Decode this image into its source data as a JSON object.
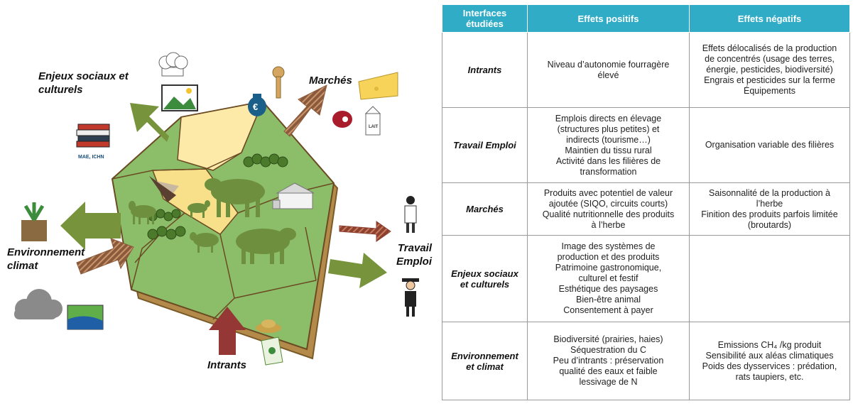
{
  "diagram": {
    "labels": {
      "enjeux": "Enjeux sociaux et culturels",
      "marches": "Marchés",
      "environnement": "Environnement climat",
      "travail": "Travail Emploi",
      "intrants": "Intrants"
    },
    "small_labels": {
      "mae": "MAE, ICHN",
      "lait": "LAIT"
    },
    "colors": {
      "arrow_green": "#77933c",
      "arrow_brown": "#8b5a3c",
      "arrow_red": "#953735",
      "land_green": "#8cbe6a",
      "land_yellow": "#fdeaa8",
      "land_edge": "#7a5a28"
    },
    "icons": [
      "chef-hat-icon",
      "landscape-icon",
      "books-icon",
      "money-bag-icon",
      "key-icon",
      "cheese-icon",
      "meat-icon",
      "milk-carton-icon",
      "worker-icon",
      "farmer-icon",
      "plant-soil-icon",
      "cloud-icon",
      "river-icon",
      "feed-pile-icon",
      "seed-bag-icon",
      "bird-icon",
      "cow-icon",
      "horse-icon",
      "goat-icon",
      "sheep-icon",
      "hedge-icon",
      "farm-building-icon"
    ]
  },
  "table": {
    "headers": [
      "Interfaces étudiées",
      "Effets positifs",
      "Effets négatifs"
    ],
    "rows": [
      {
        "interface": "Intrants",
        "positifs": "Niveau d’autonomie fourragère\nélevé",
        "negatifs": "Effets délocalisés de la production\nde concentrés (usage des terres,\nénergie, pesticides, biodiversité)\nEngrais et pesticides sur la ferme\nÉquipements"
      },
      {
        "interface": "Travail Emploi",
        "positifs": "Emplois directs en élevage\n(structures plus petites) et\nindirects (tourisme…)\nMaintien du tissu rural\nActivité dans les filières de\ntransformation",
        "negatifs": "Organisation variable des filières"
      },
      {
        "interface": "Marchés",
        "positifs": "Produits avec potentiel de valeur\najoutée (SIQO, circuits courts)\nQualité nutritionnelle des produits\nà l’herbe",
        "negatifs": "Saisonnalité de la production à\nl’herbe\nFinition des produits parfois limitée\n(broutards)"
      },
      {
        "interface": "Enjeux sociaux\net culturels",
        "positifs": "Image des systèmes de\nproduction et des produits\nPatrimoine gastronomique,\nculturel et festif\nEsthétique des paysages\nBien-être animal\nConsentement à payer",
        "negatifs": ""
      },
      {
        "interface": "Environnement\net climat",
        "positifs": "Biodiversité (prairies, haies)\nSéquestration du C\nPeu d’intrants : préservation\nqualité des eaux et faible\nlessivage de N",
        "negatifs": "Emissions CH₄ /kg produit\nSensibilité aux aléas climatiques\nPoids des dysservices : prédation,\nrats taupiers, etc."
      }
    ]
  }
}
